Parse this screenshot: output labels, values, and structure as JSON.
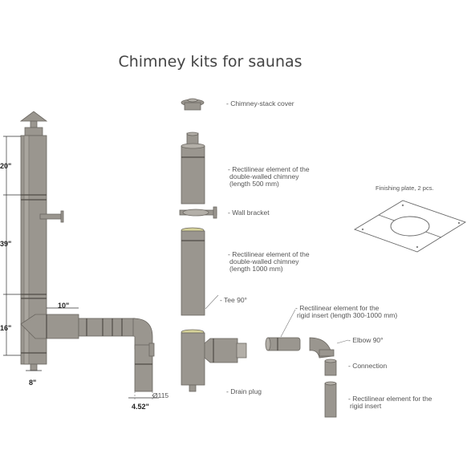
{
  "title": "Chimney kits for saunas",
  "dimensions": {
    "d20": "20\"",
    "d39": "39\"",
    "d16": "16\"",
    "d10": "10\"",
    "d8": "8\"",
    "dia": "Ø115",
    "d452": "4.52\""
  },
  "labels": {
    "stack_cover": "- Chimney-stack cover",
    "rect500_1": "- Rectilinear element of the",
    "rect500_2": "double-walled chimney",
    "rect500_3": "(length 500 mm)",
    "wall_bracket": "- Wall bracket",
    "rect1000_1": "- Rectilinear element of the",
    "rect1000_2": "double-walled chimney",
    "rect1000_3": "(length 1000 mm)",
    "tee": "- Tee 90°",
    "rigid1_1": "- Rectilinear element for the",
    "rigid1_2": "rigid insert (length 300-1000 mm)",
    "elbow": "- Elbow 90°",
    "connection": "- Connection",
    "rigid2_1": "- Rectilinear element for the",
    "rigid2_2": "rigid insert",
    "drain": "- Drain plug",
    "finishing": "Finishing plate, 2 pcs."
  },
  "colors": {
    "pipe": "#9a968f",
    "pipe_light": "#b3afa8",
    "ring": "#d7d39a"
  }
}
